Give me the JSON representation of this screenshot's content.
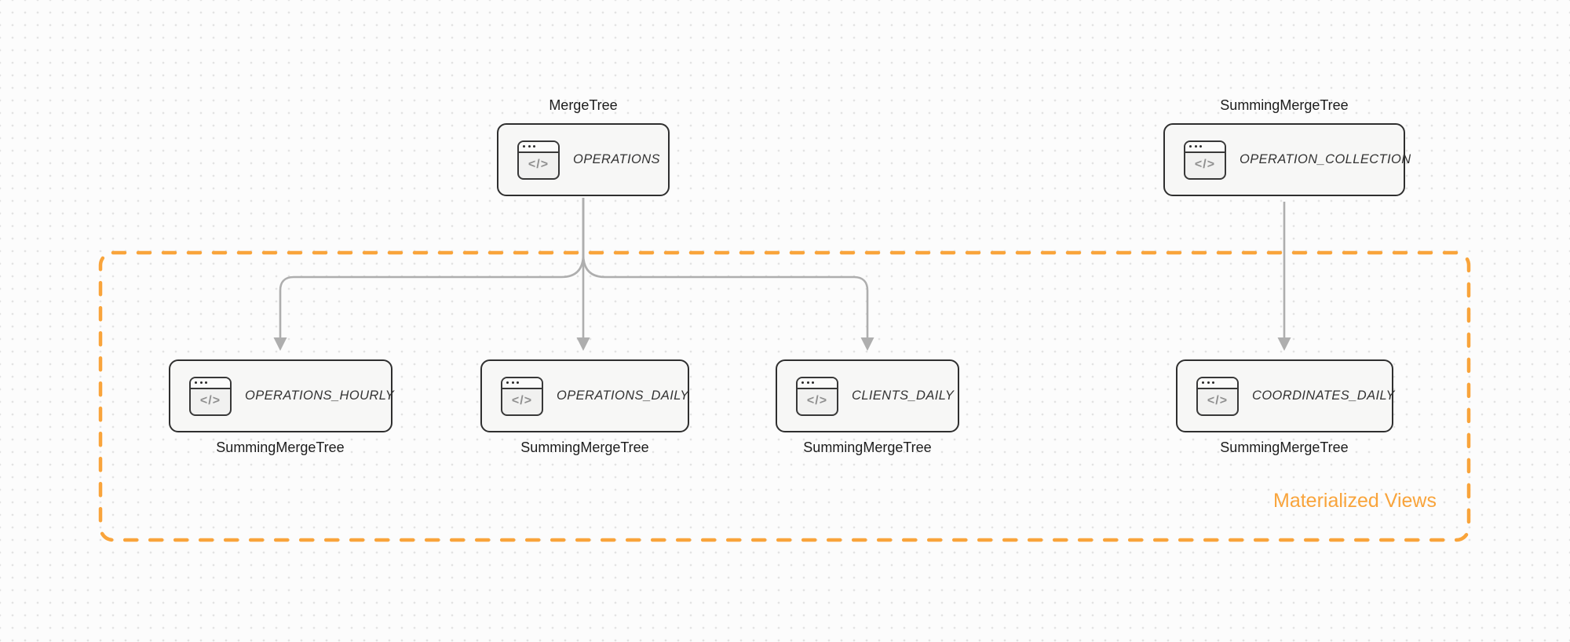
{
  "diagram": {
    "group_label": "Materialized Views",
    "icon_glyph": "</>",
    "nodes": [
      {
        "id": "operations",
        "name": "OPERATIONS",
        "engine": "MergeTree",
        "engine_label_position": "top"
      },
      {
        "id": "operation_collection",
        "name": "OPERATION_COLLECTION",
        "engine": "SummingMergeTree",
        "engine_label_position": "top"
      },
      {
        "id": "operations_hourly",
        "name": "OPERATIONS_HOURLY",
        "engine": "SummingMergeTree",
        "engine_label_position": "bottom"
      },
      {
        "id": "operations_daily",
        "name": "OPERATIONS_DAILY",
        "engine": "SummingMergeTree",
        "engine_label_position": "bottom"
      },
      {
        "id": "clients_daily",
        "name": "CLIENTS_DAILY",
        "engine": "SummingMergeTree",
        "engine_label_position": "bottom"
      },
      {
        "id": "coordinates_daily",
        "name": "COORDINATES_DAILY",
        "engine": "SummingMergeTree",
        "engine_label_position": "bottom"
      }
    ],
    "edges": [
      {
        "from": "operations",
        "to": "operations_hourly"
      },
      {
        "from": "operations",
        "to": "operations_daily"
      },
      {
        "from": "operations",
        "to": "clients_daily"
      },
      {
        "from": "operation_collection",
        "to": "coordinates_daily"
      }
    ],
    "colors": {
      "accent_orange": "#F9A43B",
      "node_border": "#2F2F2F",
      "node_fill": "#F7F7F6",
      "arrow_gray": "#AEAEAE",
      "label_dark": "#1C1C1C",
      "icon_glyph_gray": "#8F8F8F",
      "canvas_bg": "#FCFCFC",
      "dot_grid": "#E3E3E3"
    }
  }
}
